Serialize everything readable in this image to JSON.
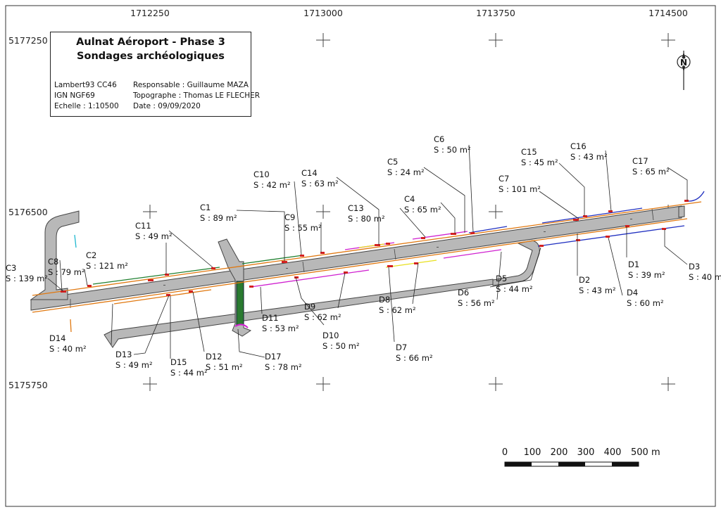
{
  "map": {
    "title": "Aulnat Aéroport - Phase 3",
    "subtitle": "Sondages archéologiques",
    "meta_left": [
      "Lambert93 CC46",
      "IGN NGF69",
      "Echelle : 1:10500"
    ],
    "meta_right": [
      "Responsable : Guillaume MAZA",
      "Topographe : Thomas LE FLECHER",
      "Date : 09/09/2020"
    ],
    "north_label": "N",
    "x_coords": [
      "1712250",
      "1713000",
      "1713750",
      "1714500"
    ],
    "y_coords": [
      "5177250",
      "5176500",
      "5175750"
    ],
    "scale_labels": [
      "0",
      "100",
      "200",
      "300",
      "400",
      "500 m"
    ],
    "colors": {
      "runway": "#b8b8b8",
      "outline": "#444444",
      "red": "#d42020",
      "blue": "#2030c0",
      "magenta": "#d020d0",
      "green": "#208030",
      "yellow": "#e8e020",
      "orange": "#e07810",
      "cyan": "#20b8d0"
    },
    "soundings": [
      {
        "id": "C1",
        "name": "C1",
        "area": "S : 89 m²"
      },
      {
        "id": "C2",
        "name": "C2",
        "area": "S : 121 m²"
      },
      {
        "id": "C3",
        "name": "C3",
        "area": "S : 139 m²"
      },
      {
        "id": "C4",
        "name": "C4",
        "area": "S : 65 m²"
      },
      {
        "id": "C5",
        "name": "C5",
        "area": "S : 24 m²"
      },
      {
        "id": "C6",
        "name": "C6",
        "area": "S : 50 m²"
      },
      {
        "id": "C7",
        "name": "C7",
        "area": "S : 101 m²"
      },
      {
        "id": "C8",
        "name": "C8",
        "area": "S : 79 m²"
      },
      {
        "id": "C9",
        "name": "C9",
        "area": "S : 55 m²"
      },
      {
        "id": "C10",
        "name": "C10",
        "area": "S : 42 m²"
      },
      {
        "id": "C11",
        "name": "C11",
        "area": "S : 49 m²"
      },
      {
        "id": "C13",
        "name": "C13",
        "area": "S : 80 m²"
      },
      {
        "id": "C14",
        "name": "C14",
        "area": "S : 63 m²"
      },
      {
        "id": "C15",
        "name": "C15",
        "area": "S : 45 m²"
      },
      {
        "id": "C16",
        "name": "C16",
        "area": "S : 43 m²"
      },
      {
        "id": "C17",
        "name": "C17",
        "area": "S : 65 m²"
      },
      {
        "id": "D1",
        "name": "D1",
        "area": "S : 39 m²"
      },
      {
        "id": "D2",
        "name": "D2",
        "area": "S : 43 m²"
      },
      {
        "id": "D3",
        "name": "D3",
        "area": "S : 40 m"
      },
      {
        "id": "D4",
        "name": "D4",
        "area": "S : 60 m²"
      },
      {
        "id": "D5",
        "name": "D5",
        "area": "S : 44 m²"
      },
      {
        "id": "D6",
        "name": "D6",
        "area": "S : 56 m²"
      },
      {
        "id": "D7",
        "name": "D7",
        "area": "S : 66 m²"
      },
      {
        "id": "D8",
        "name": "D8",
        "area": "S : 62 m²"
      },
      {
        "id": "D9",
        "name": "D9",
        "area": "S : 62 m²"
      },
      {
        "id": "D10",
        "name": "D10",
        "area": "S : 50 m²"
      },
      {
        "id": "D11",
        "name": "D11",
        "area": "S : 53 m²"
      },
      {
        "id": "D12",
        "name": "D12",
        "area": "S : 51 m²"
      },
      {
        "id": "D13",
        "name": "D13",
        "area": "S : 49 m²"
      },
      {
        "id": "D14",
        "name": "D14",
        "area": "S : 40 m²"
      },
      {
        "id": "D15",
        "name": "D15",
        "area": "S : 44 m²"
      },
      {
        "id": "D17",
        "name": "D17",
        "area": "S : 78 m²"
      }
    ]
  }
}
